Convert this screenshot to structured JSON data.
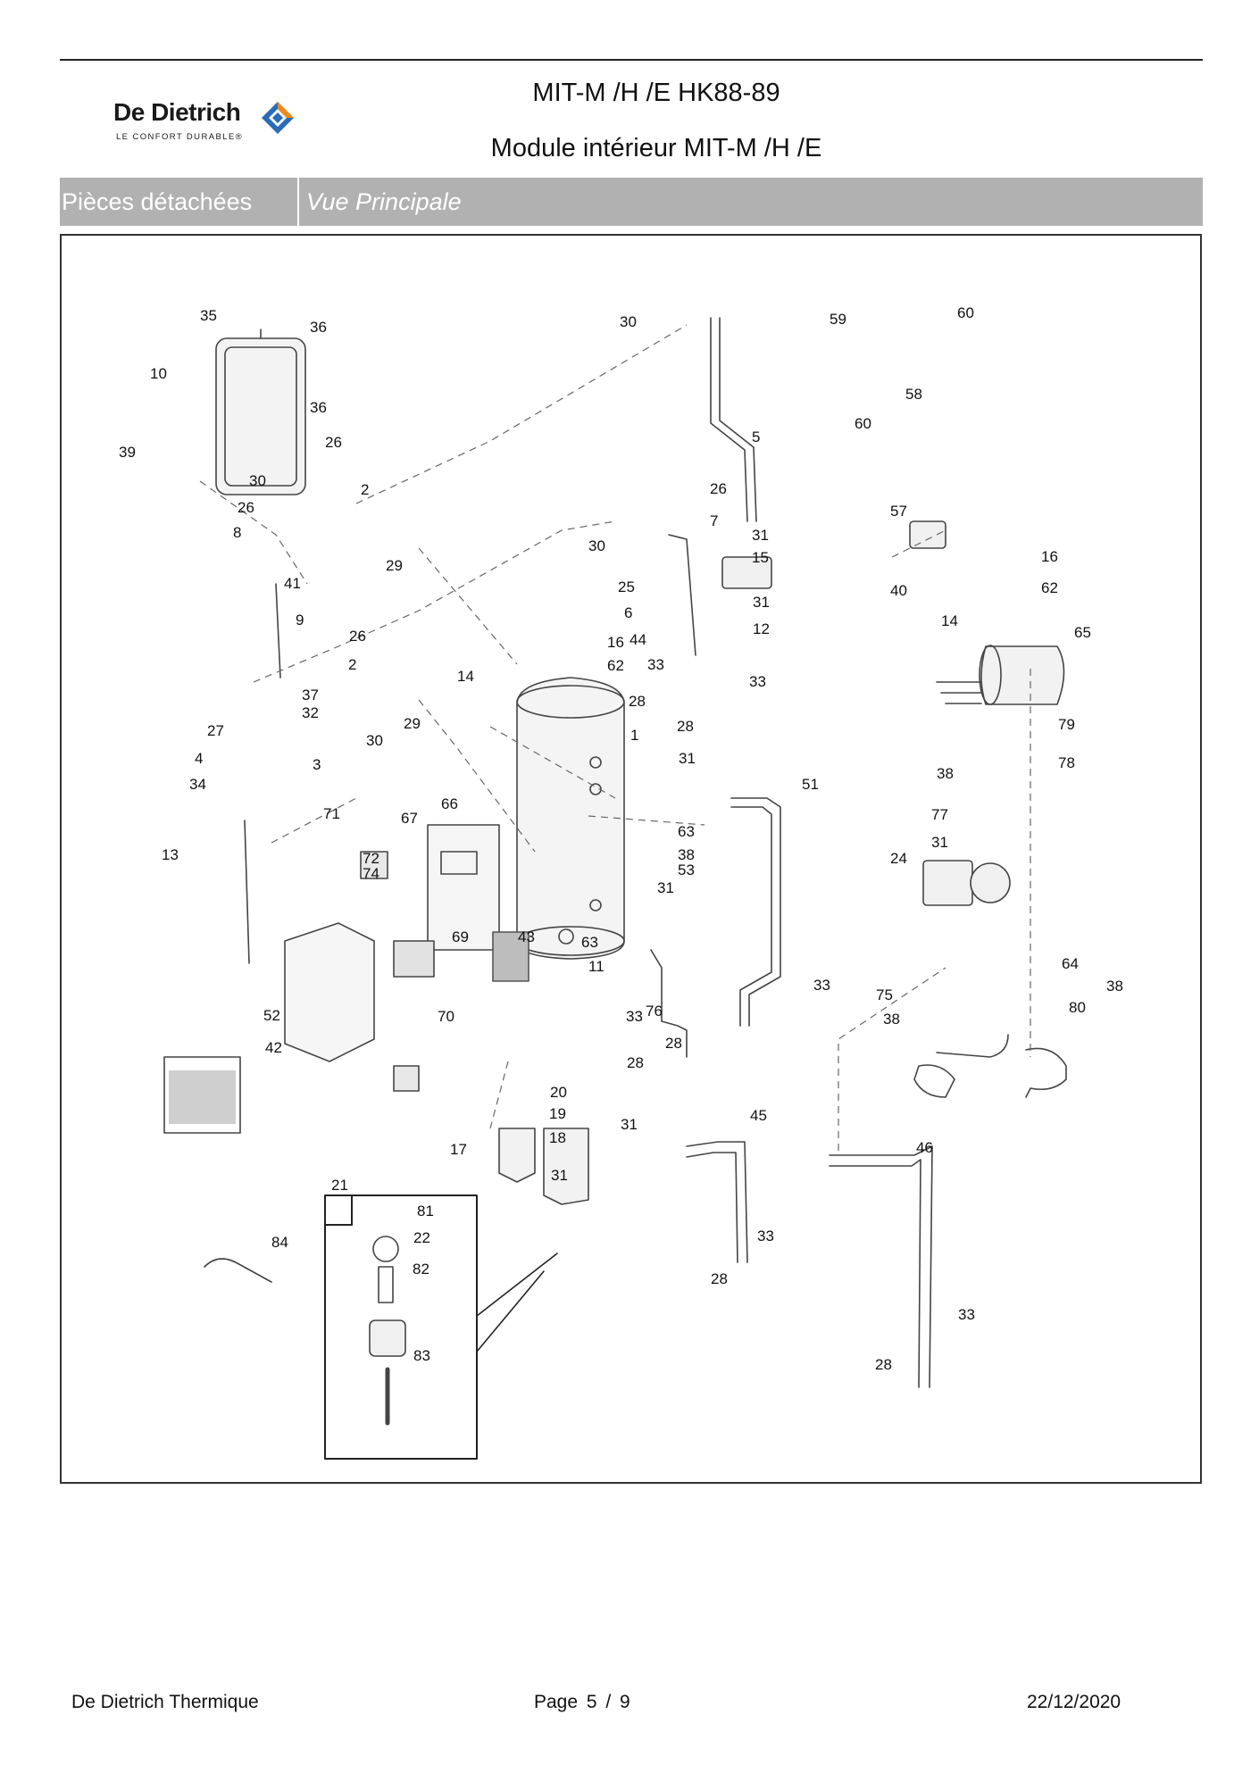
{
  "header": {
    "logo_text": "De Dietrich",
    "logo_tagline": "LE CONFORT DURABLE®",
    "title_line1": "MIT-M /H /E HK88-89",
    "title_line2": "Module intérieur MIT-M /H /E",
    "colors": {
      "logo_diamond_blue": "#2a6cb5",
      "logo_diamond_orange": "#f08a1c"
    }
  },
  "section": {
    "label": "Pièces détachées",
    "view": "Vue Principale",
    "bar_color": "#b1b1b1"
  },
  "diagram": {
    "callouts": [
      {
        "label": "35"
      },
      {
        "label": "36"
      },
      {
        "label": "10"
      },
      {
        "label": "36"
      },
      {
        "label": "39"
      },
      {
        "label": "26"
      },
      {
        "label": "30"
      },
      {
        "label": "2"
      },
      {
        "label": "26"
      },
      {
        "label": "8"
      },
      {
        "label": "41"
      },
      {
        "label": "29"
      },
      {
        "label": "30"
      },
      {
        "label": "5"
      },
      {
        "label": "59"
      },
      {
        "label": "60"
      },
      {
        "label": "58"
      },
      {
        "label": "60"
      },
      {
        "label": "26"
      },
      {
        "label": "7"
      },
      {
        "label": "31"
      },
      {
        "label": "15"
      },
      {
        "label": "30"
      },
      {
        "label": "25"
      },
      {
        "label": "6"
      },
      {
        "label": "44"
      },
      {
        "label": "31"
      },
      {
        "label": "12"
      },
      {
        "label": "16"
      },
      {
        "label": "62"
      },
      {
        "label": "57"
      },
      {
        "label": "40"
      },
      {
        "label": "16"
      },
      {
        "label": "62"
      },
      {
        "label": "14"
      },
      {
        "label": "65"
      },
      {
        "label": "9"
      },
      {
        "label": "26"
      },
      {
        "label": "2"
      },
      {
        "label": "14"
      },
      {
        "label": "33"
      },
      {
        "label": "33"
      },
      {
        "label": "28"
      },
      {
        "label": "28"
      },
      {
        "label": "37"
      },
      {
        "label": "32"
      },
      {
        "label": "27"
      },
      {
        "label": "30"
      },
      {
        "label": "29"
      },
      {
        "label": "1"
      },
      {
        "label": "4"
      },
      {
        "label": "3"
      },
      {
        "label": "31"
      },
      {
        "label": "79"
      },
      {
        "label": "34"
      },
      {
        "label": "66"
      },
      {
        "label": "51"
      },
      {
        "label": "38"
      },
      {
        "label": "78"
      },
      {
        "label": "71"
      },
      {
        "label": "67"
      },
      {
        "label": "63"
      },
      {
        "label": "77"
      },
      {
        "label": "13"
      },
      {
        "label": "31"
      },
      {
        "label": "38"
      },
      {
        "label": "24"
      },
      {
        "label": "72"
      },
      {
        "label": "53"
      },
      {
        "label": "74"
      },
      {
        "label": "31"
      },
      {
        "label": "69"
      },
      {
        "label": "43"
      },
      {
        "label": "63"
      },
      {
        "label": "11"
      },
      {
        "label": "64"
      },
      {
        "label": "33"
      },
      {
        "label": "38"
      },
      {
        "label": "75"
      },
      {
        "label": "80"
      },
      {
        "label": "52"
      },
      {
        "label": "33"
      },
      {
        "label": "76"
      },
      {
        "label": "38"
      },
      {
        "label": "70"
      },
      {
        "label": "28"
      },
      {
        "label": "42"
      },
      {
        "label": "28"
      },
      {
        "label": "20"
      },
      {
        "label": "19"
      },
      {
        "label": "45"
      },
      {
        "label": "31"
      },
      {
        "label": "18"
      },
      {
        "label": "17"
      },
      {
        "label": "46"
      },
      {
        "label": "21"
      },
      {
        "label": "31"
      },
      {
        "label": "81"
      },
      {
        "label": "22"
      },
      {
        "label": "84"
      },
      {
        "label": "33"
      },
      {
        "label": "28"
      },
      {
        "label": "82"
      },
      {
        "label": "33"
      },
      {
        "label": "83"
      },
      {
        "label": "28"
      }
    ]
  },
  "footer": {
    "company": "De Dietrich Thermique",
    "page": "Page  5  /  9",
    "date": "22/12/2020"
  }
}
